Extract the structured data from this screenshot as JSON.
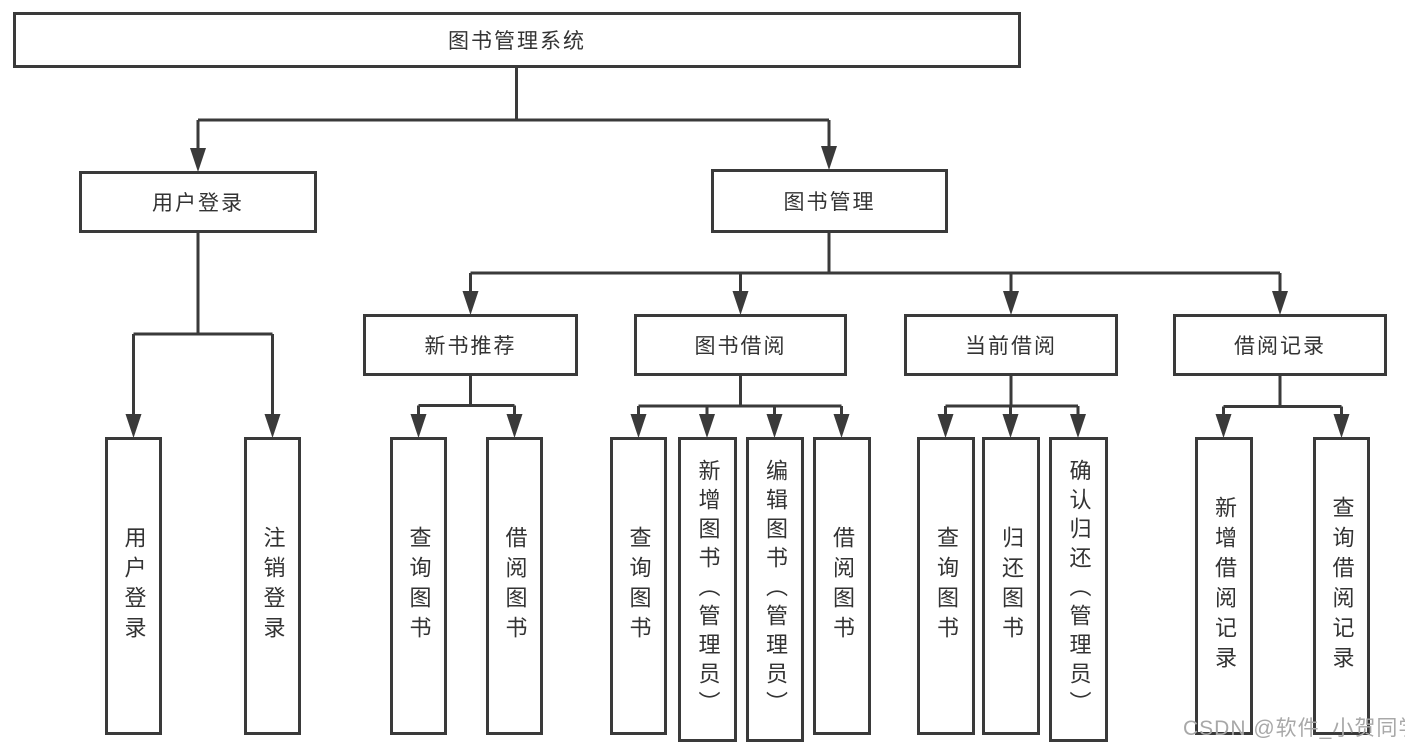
{
  "root": {
    "label": "图书管理系统"
  },
  "level2": {
    "user_login": "用户登录",
    "book_management": "图书管理"
  },
  "level3": {
    "new_books": "新书推荐",
    "book_borrow": "图书借阅",
    "current_borrow": "当前借阅",
    "borrow_records": "借阅记录"
  },
  "leaves": {
    "user_login": [
      "用户登录",
      "注销登录"
    ],
    "new_books": [
      "查询图书",
      "借阅图书"
    ],
    "book_borrow": [
      "查询图书",
      "新增图书（管理员）",
      "编辑图书（管理员）",
      "借阅图书"
    ],
    "current_borrow": [
      "查询图书",
      "归还图书",
      "确认归还（管理员）"
    ],
    "borrow_records": [
      "新增借阅记录",
      "查询借阅记录"
    ]
  },
  "watermark": "CSDN @软件_小贺同学",
  "colors": {
    "line": "#3a3a3a",
    "box_border": "#3a3a3a",
    "text": "#333333",
    "watermark": "#a8a8a8",
    "background": "#ffffff"
  }
}
